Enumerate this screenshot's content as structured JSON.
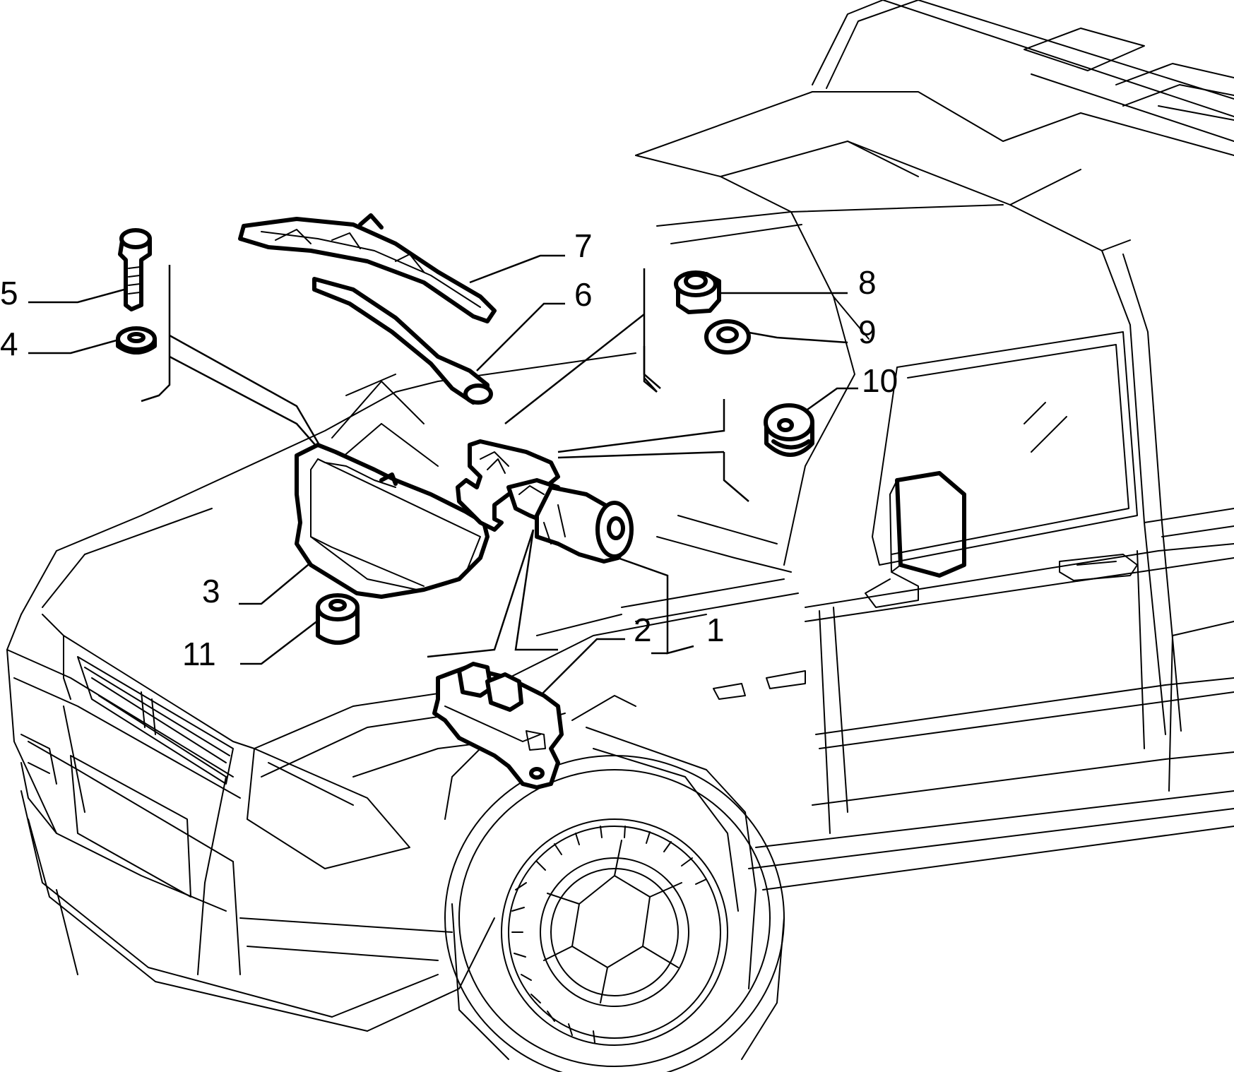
{
  "diagram": {
    "colors": {
      "ink": "#000000",
      "paper": "#ffffff"
    },
    "callouts": [
      {
        "id": "1",
        "label": "1"
      },
      {
        "id": "2",
        "label": "2"
      },
      {
        "id": "3",
        "label": "3"
      },
      {
        "id": "4",
        "label": "4"
      },
      {
        "id": "5",
        "label": "5"
      },
      {
        "id": "6",
        "label": "6"
      },
      {
        "id": "7",
        "label": "7"
      },
      {
        "id": "8",
        "label": "8"
      },
      {
        "id": "9",
        "label": "9"
      },
      {
        "id": "10",
        "label": "10"
      },
      {
        "id": "11",
        "label": "11"
      }
    ]
  }
}
